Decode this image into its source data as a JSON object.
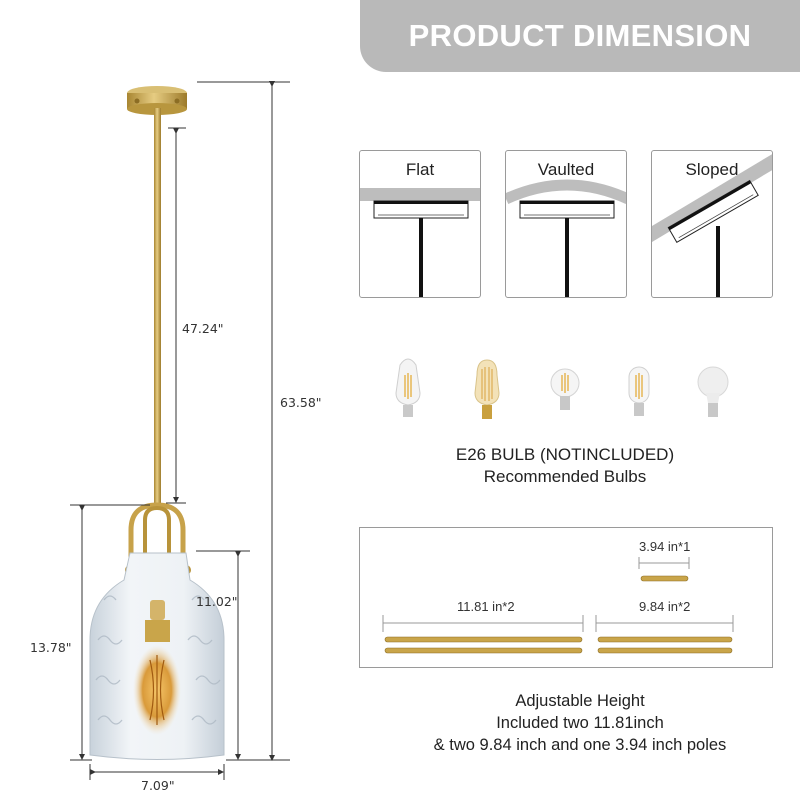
{
  "banner": {
    "title": "PRODUCT DIMENSION"
  },
  "fixture": {
    "dimensions": {
      "total_height": "63.58\"",
      "rod_length": "47.24\"",
      "shade_height_with_cage": "13.78\"",
      "shade_height": "11.02\"",
      "shade_width": "7.09\""
    },
    "colors": {
      "brass": "#c9a54a",
      "glass": "#dfe6ec",
      "dim_line": "#333333"
    }
  },
  "ceiling_types": [
    {
      "label": "Flat",
      "icon": "flat-ceiling-icon"
    },
    {
      "label": "Vaulted",
      "icon": "vaulted-ceiling-icon"
    },
    {
      "label": "Sloped",
      "icon": "sloped-ceiling-icon"
    }
  ],
  "bulbs": {
    "items": [
      {
        "icon": "st64-bulb-icon"
      },
      {
        "icon": "vintage-edison-bulb-icon"
      },
      {
        "icon": "a19-filament-bulb-icon"
      },
      {
        "icon": "t45-tubular-bulb-icon"
      },
      {
        "icon": "frosted-a19-bulb-icon"
      }
    ],
    "line1": "E26 BULB (NOTINCLUDED)",
    "line2": "Recommended Bulbs"
  },
  "poles": {
    "short": {
      "label": "3.94 in*1"
    },
    "long": {
      "label": "11.81 in*2"
    },
    "medium": {
      "label": "9.84 in*2"
    }
  },
  "adjustable": {
    "line1": "Adjustable Height",
    "line2": "Included two 11.81inch",
    "line3": "& two 9.84 inch and one 3.94 inch poles"
  }
}
